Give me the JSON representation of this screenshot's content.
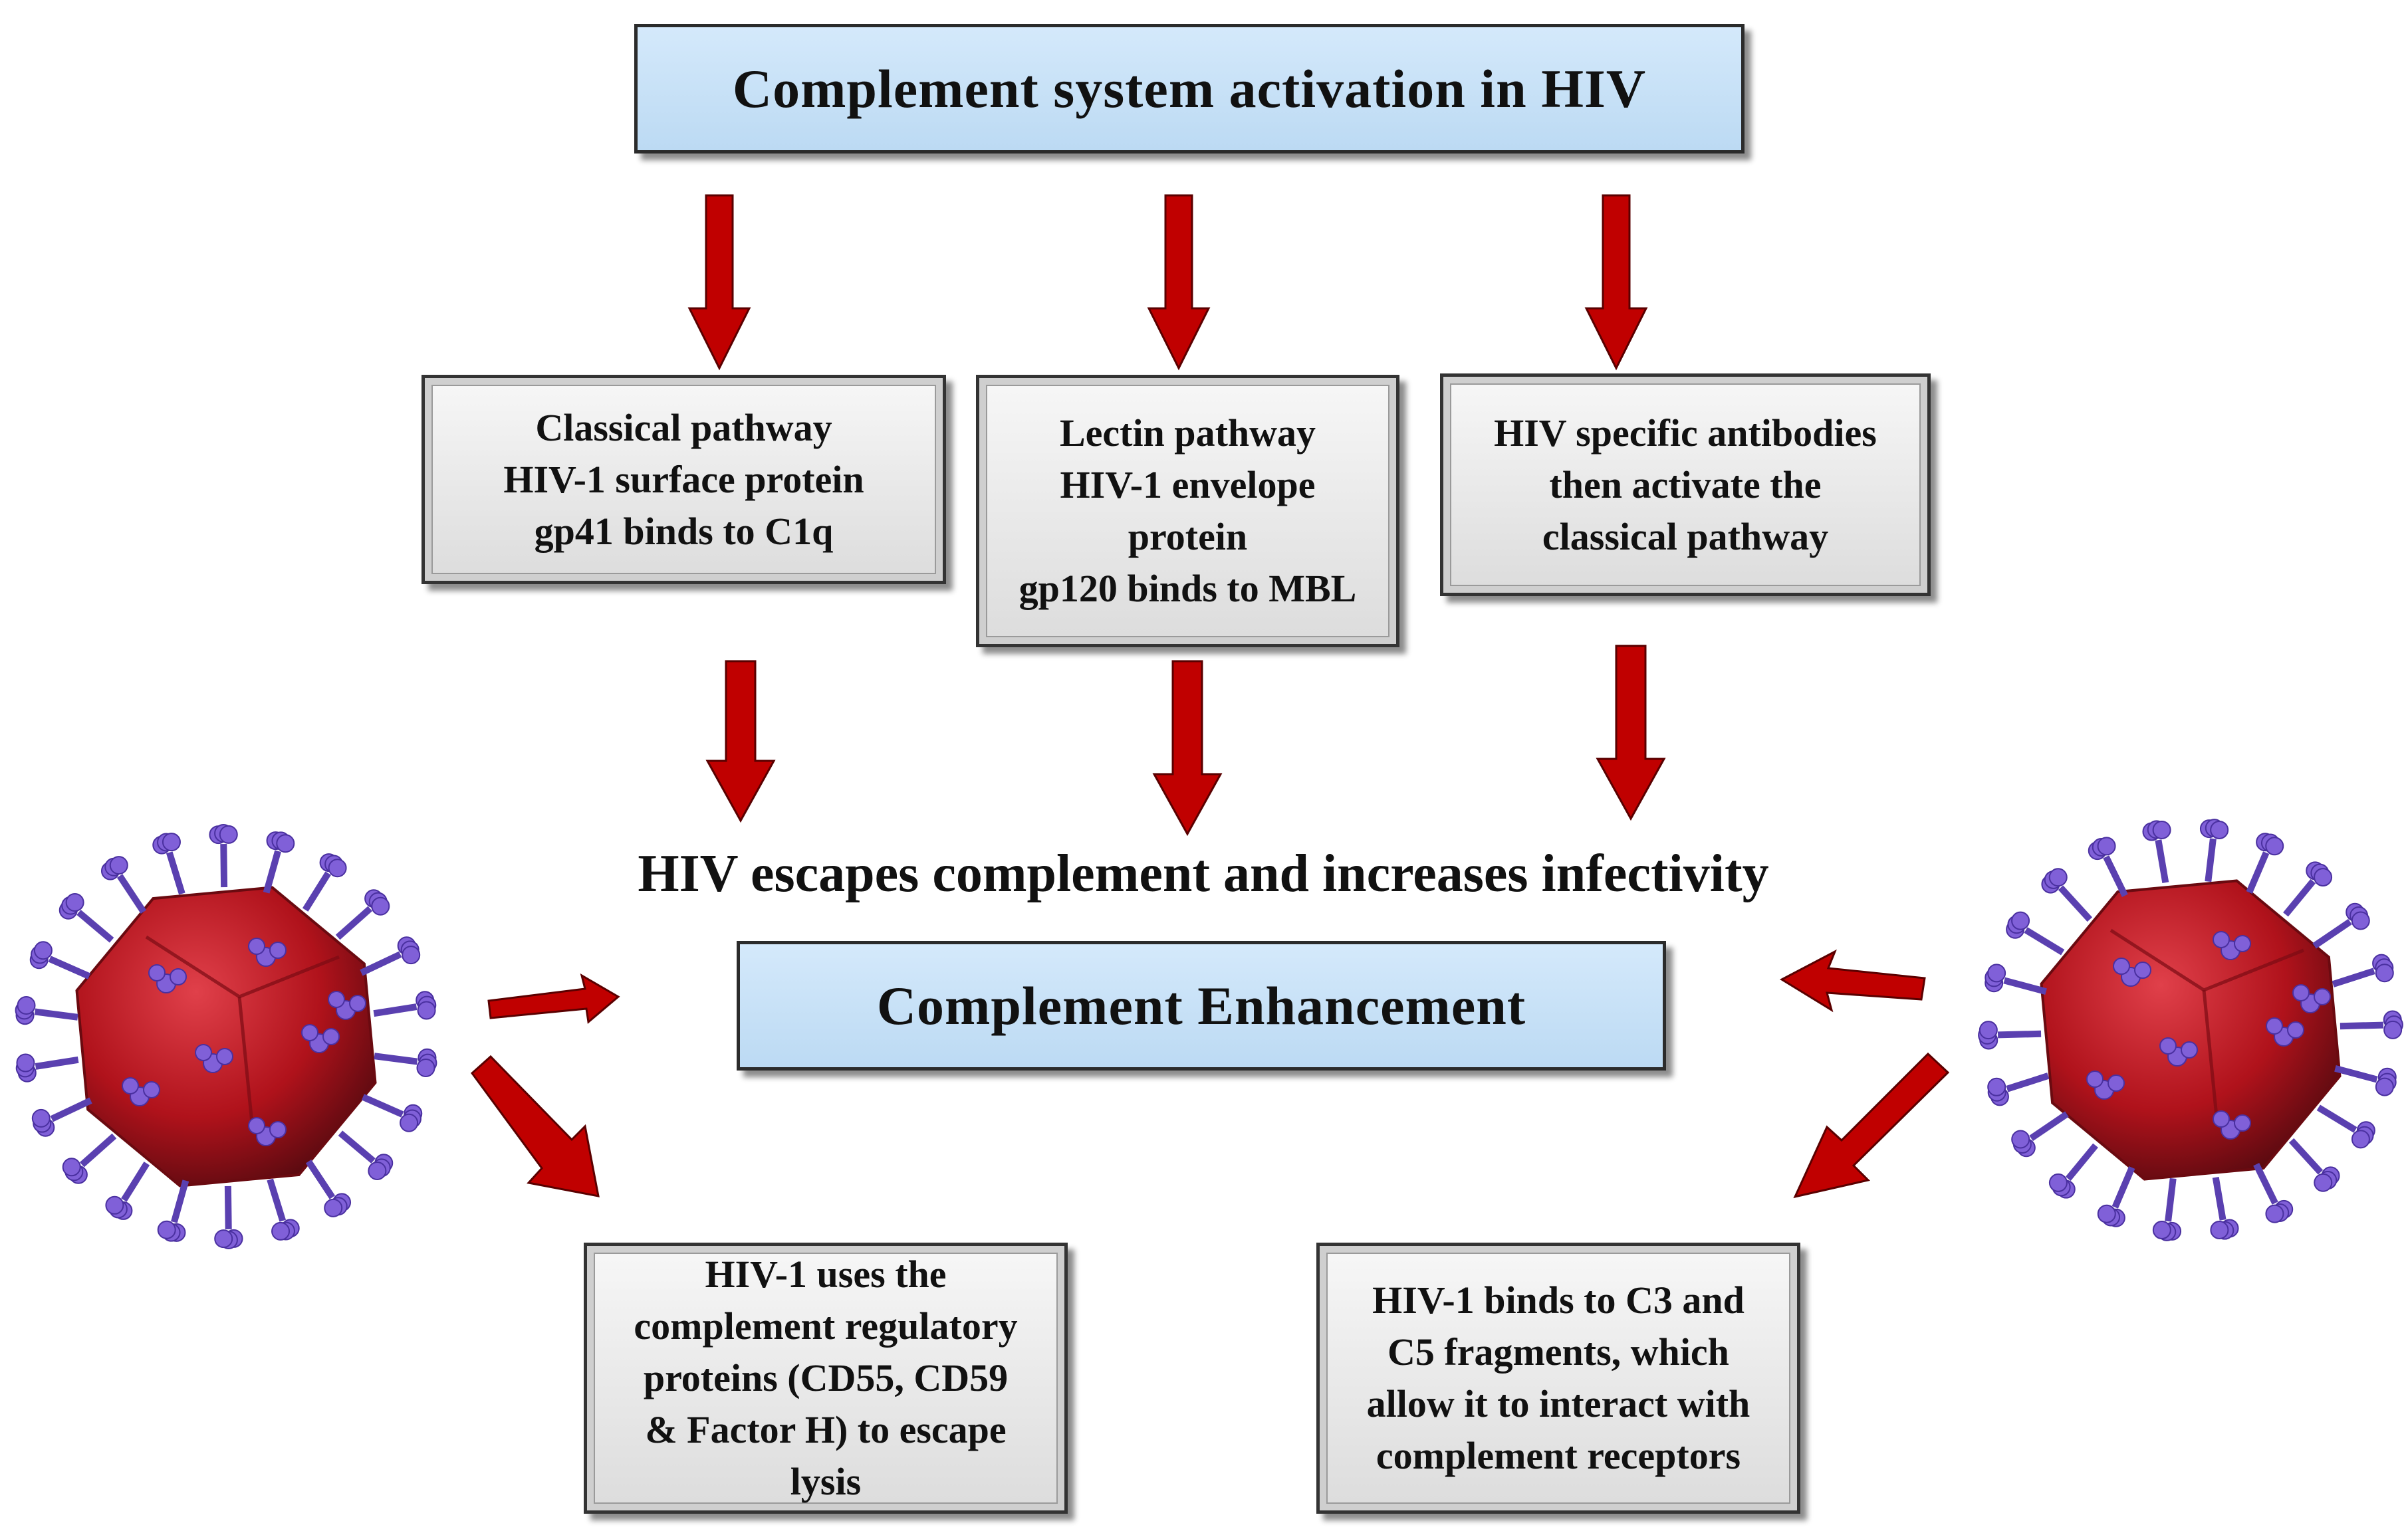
{
  "title": "Complement system activation in HIV",
  "pathways": [
    {
      "text": "Classical pathway\nHIV-1 surface protein\ngp41 binds to C1q"
    },
    {
      "text": "Lectin pathway\n HIV-1 envelope\nprotein\ngp120 binds to MBL"
    },
    {
      "text": "HIV specific antibodies\nthen activate the\nclassical pathway"
    }
  ],
  "escape_text": "HIV escapes complement and increases infectivity",
  "enhancement": "Complement Enhancement",
  "bottom_boxes": [
    {
      "text": "HIV-1 uses the\ncomplement regulatory\nproteins (CD55, CD59\n& Factor H) to escape\nlysis"
    },
    {
      "text": "HIV-1 binds to C3 and\nC5 fragments, which\nallow it to interact with\ncomplement receptors"
    }
  ],
  "colors": {
    "arrow": "#c00000",
    "box_blue": "#c9e2f7",
    "box_grey": "#e6e6e6",
    "virus_body": "#b0121b",
    "virus_spike": "#8060d8"
  },
  "icons": [
    "hiv-virion-icon",
    "hiv-virion-icon"
  ]
}
